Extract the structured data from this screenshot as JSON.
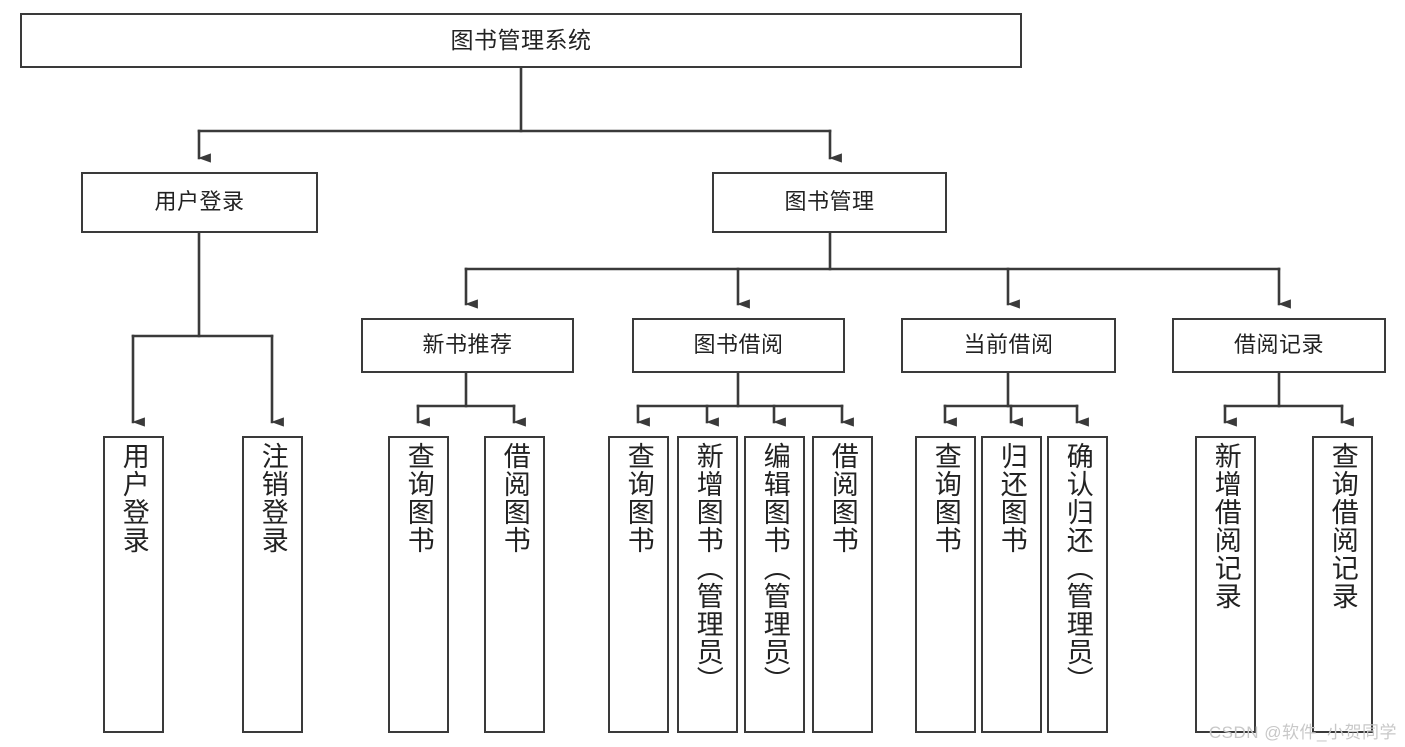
{
  "diagram": {
    "title": "图书管理系统",
    "watermark": "CSDN @软件_小贺同学",
    "colors": {
      "box_border": "#3a3a3a",
      "box_fill": "#ffffff",
      "line": "#3a3a3a",
      "text": "#222222",
      "watermark": "#c8c8c8",
      "background": "#ffffff"
    },
    "root": {
      "label": "图书管理系统"
    },
    "level2": [
      {
        "label": "用户登录"
      },
      {
        "label": "图书管理"
      }
    ],
    "level3": [
      {
        "label": "新书推荐"
      },
      {
        "label": "图书借阅"
      },
      {
        "label": "当前借阅"
      },
      {
        "label": "借阅记录"
      }
    ],
    "leaves": {
      "user_login": [
        {
          "label": "用户登录"
        },
        {
          "label": "注销登录"
        }
      ],
      "new_book_recommend": [
        {
          "label": "查询图书"
        },
        {
          "label": "借阅图书"
        }
      ],
      "book_borrow": [
        {
          "label": "查询图书"
        },
        {
          "label": "新增图书（管理员）"
        },
        {
          "label": "编辑图书（管理员）"
        },
        {
          "label": "借阅图书"
        }
      ],
      "current_borrow": [
        {
          "label": "查询图书"
        },
        {
          "label": "归还图书"
        },
        {
          "label": "确认归还（管理员）"
        }
      ],
      "borrow_record": [
        {
          "label": "新增借阅记录"
        },
        {
          "label": "查询借阅记录"
        }
      ]
    }
  },
  "chart_data": {
    "type": "table",
    "title": "图书管理系统 功能结构图",
    "hierarchy": [
      {
        "label": "图书管理系统",
        "level": 0,
        "children": [
          {
            "label": "用户登录",
            "level": 1,
            "children": [
              {
                "label": "用户登录",
                "level": 2,
                "children": []
              },
              {
                "label": "注销登录",
                "level": 2,
                "children": []
              }
            ]
          },
          {
            "label": "图书管理",
            "level": 1,
            "children": [
              {
                "label": "新书推荐",
                "level": 2,
                "children": [
                  {
                    "label": "查询图书",
                    "level": 3,
                    "children": []
                  },
                  {
                    "label": "借阅图书",
                    "level": 3,
                    "children": []
                  }
                ]
              },
              {
                "label": "图书借阅",
                "level": 2,
                "children": [
                  {
                    "label": "查询图书",
                    "level": 3,
                    "children": []
                  },
                  {
                    "label": "新增图书（管理员）",
                    "level": 3,
                    "children": []
                  },
                  {
                    "label": "编辑图书（管理员）",
                    "level": 3,
                    "children": []
                  },
                  {
                    "label": "借阅图书",
                    "level": 3,
                    "children": []
                  }
                ]
              },
              {
                "label": "当前借阅",
                "level": 2,
                "children": [
                  {
                    "label": "查询图书",
                    "level": 3,
                    "children": []
                  },
                  {
                    "label": "归还图书",
                    "level": 3,
                    "children": []
                  },
                  {
                    "label": "确认归还（管理员）",
                    "level": 3,
                    "children": []
                  }
                ]
              },
              {
                "label": "借阅记录",
                "level": 2,
                "children": [
                  {
                    "label": "新增借阅记录",
                    "level": 3,
                    "children": []
                  },
                  {
                    "label": "查询借阅记录",
                    "level": 3,
                    "children": []
                  }
                ]
              }
            ]
          }
        ]
      }
    ]
  }
}
